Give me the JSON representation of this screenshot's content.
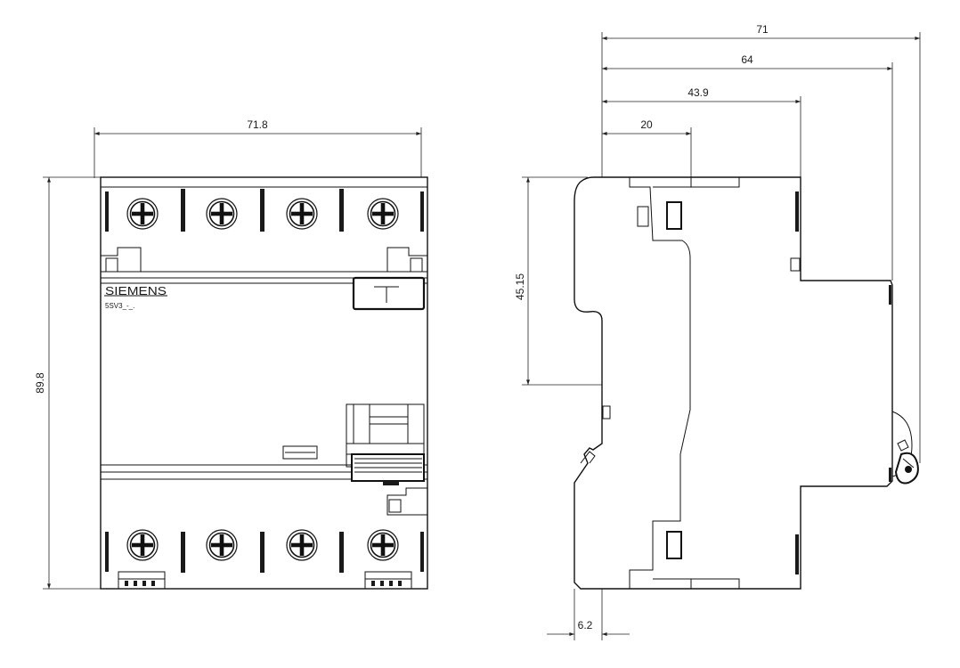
{
  "front_view": {
    "width_label": "71.8",
    "height_label": "89.8",
    "brand_label": "SIEMENS",
    "model_label": "5SV3_-_.",
    "test_button_glyph": "T"
  },
  "side_view": {
    "overall_depth_label": "71",
    "depth_64_label": "64",
    "depth_43_label": "43.9",
    "depth_20_label": "20",
    "height_45_label": "45.15",
    "offset_label": "6.2"
  },
  "icons": {
    "terminal_screw": "terminal-screw-icon",
    "dimension_arrow": "dimension-arrow-icon"
  }
}
